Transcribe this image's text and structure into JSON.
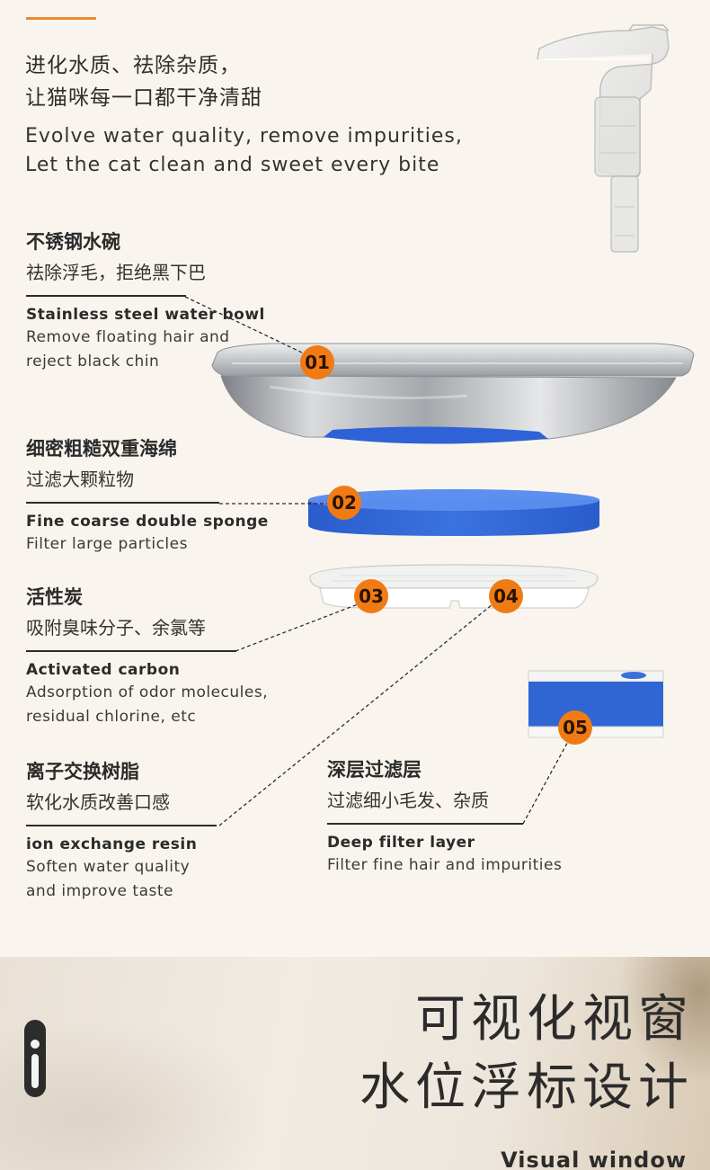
{
  "header": {
    "cn_line1": "进化水质、祛除杂质，",
    "cn_line2": "让猫咪每一口都干净清甜",
    "en_line1": "Evolve water quality, remove impurities,",
    "en_line2": "Let the cat clean and sweet every bite"
  },
  "components": [
    {
      "number": "01",
      "cn_title": "不锈钢水碗",
      "cn_desc": "祛除浮毛，拒绝黑下巴",
      "en_title": "Stainless steel water bowl",
      "en_desc1": "Remove floating hair and",
      "en_desc2": "reject black chin"
    },
    {
      "number": "02",
      "cn_title": "细密粗糙双重海绵",
      "cn_desc": "过滤大颗粒物",
      "en_title": "Fine coarse double sponge",
      "en_desc1": "Filter large particles"
    },
    {
      "number": "03",
      "cn_title": "活性炭",
      "cn_desc": "吸附臭味分子、余氯等",
      "en_title": "Activated carbon",
      "en_desc1": "Adsorption of odor molecules,",
      "en_desc2": "residual chlorine, etc"
    },
    {
      "number": "04",
      "cn_title": "离子交换树脂",
      "cn_desc": "软化水质改善口感",
      "en_title": "ion exchange resin",
      "en_desc1": "Soften water quality",
      "en_desc2": "and improve taste"
    },
    {
      "number": "05",
      "cn_title": "深层过滤层",
      "cn_desc": "过滤细小毛发、杂质",
      "en_title": "Deep filter layer",
      "en_desc1": "Filter fine hair and impurities"
    }
  ],
  "bottom": {
    "title_cn_line1": "可视化视窗",
    "title_cn_line2": "水位浮标设计",
    "title_en": "Visual window"
  },
  "colors": {
    "accent": "#e88a2e",
    "badge": "#f07b14",
    "sponge_blue": "#2f66d4",
    "background": "#f9f5ee"
  }
}
